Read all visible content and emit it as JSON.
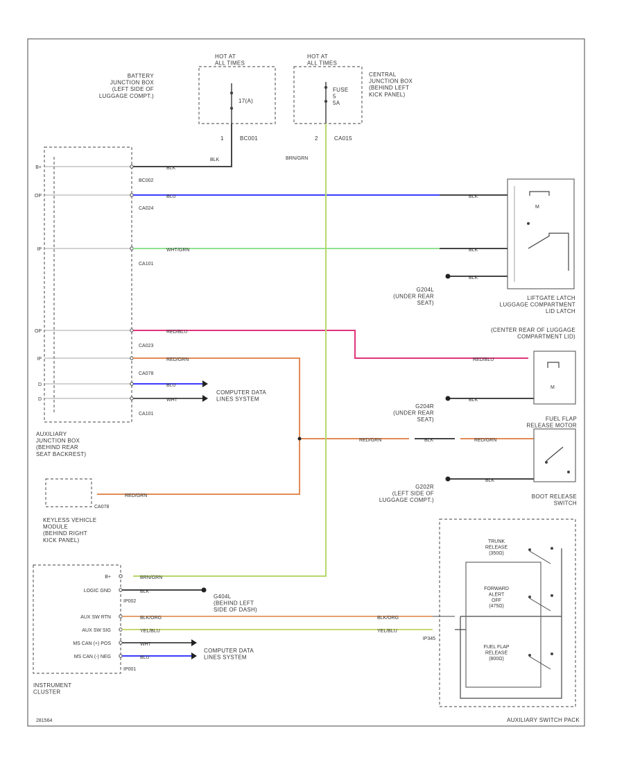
{
  "colors": {
    "black": "#444444",
    "blue": "#3b3bff",
    "wht_grn": "#8fe38f",
    "red_blu": "#e0337a",
    "red_grn": "#e28a55",
    "brn_grn": "#b5d86a",
    "blk_org": "#e4a070",
    "yel_blu": "#c8d870",
    "wht": "#555555"
  },
  "battery_box": {
    "hot_label": "HOT AT\nALL TIMES",
    "location": "BATTERY\nJUNCTION BOX\n(LEFT SIDE OF\nLUGGAGE COMPT.)",
    "fuse": "17(A)",
    "pin": "1",
    "connector": "BC001"
  },
  "central_box": {
    "hot_label": "HOT AT\nALL TIMES",
    "location": "CENTRAL\nJUNCTION BOX\n(BEHIND LEFT\nKICK PANEL)",
    "fuse": "FUSE\n5\n5A",
    "pin": "2",
    "connector": "CA015"
  },
  "aux_jbox": {
    "name": "AUXILIARY\nJUNCTION BOX\n(BEHIND REAR\nSEAT BACKREST)",
    "pins": [
      "B+",
      "OP",
      "IP",
      "OP",
      "IP",
      "D",
      "D"
    ],
    "connectors": [
      "BC002",
      "CA024",
      "CA101",
      "CA023",
      "CA078",
      "CA101"
    ]
  },
  "wire_labels": {
    "blk": "BLK",
    "brn_grn": "BRN/GRN",
    "blu": "BLU",
    "wht_grn": "WHT/GRN",
    "red_blu": "RED/BLU",
    "red_grn": "RED/GRN",
    "wht": "WHT",
    "blk_org": "BLK/ORG",
    "yel_blu": "YEL/BLU"
  },
  "data_lines_1": "COMPUTER DATA\nLINES SYSTEM",
  "data_lines_2": "COMPUTER DATA\nLINES SYSTEM",
  "liftgate": {
    "name": "LIFTGATE LATCH\nLUGGAGE COMPARTMENT\nLID LATCH",
    "ground": "G204L\n(UNDER REAR\nSEAT)"
  },
  "center_rear": {
    "name": "(CENTER REAR OF LUGGAGE\nCOMPARTMENT LID)",
    "ground": "G204R\n(UNDER REAR\nSEAT)"
  },
  "fuel_flap": {
    "name": "FUEL FLAP\nRELEASE MOTOR",
    "ground": "G202R\n(LEFT SIDE OF\nLUGGAGE COMPT.)"
  },
  "boot_release": "BOOT RELEASE\nSWITCH",
  "keyless": {
    "name": "KEYLESS VEHICLE\nMODULE\n(BEHIND RIGHT\nKICK PANEL)",
    "connector": "CA078"
  },
  "instrument_cluster": {
    "name": "INSTRUMENT\nCLUSTER",
    "pins": [
      "B+",
      "LOGIC GND",
      "AUX SW RTN",
      "AUX SW SIG",
      "MS CAN (+) POS",
      "MS CAN (-) NEG"
    ],
    "connectors": [
      "IP002",
      "IP001"
    ],
    "ground": "G404L\n(BEHIND LEFT\nSIDE OF DASH)"
  },
  "aux_switch_pack": {
    "name": "AUXILIARY SWITCH PACK",
    "connector": "IP345",
    "switches": [
      "TRUNK\nRELEASE\n(350Ω)",
      "FORWARD\nALERT\nOFF\n(475Ω)",
      "FUEL FLAP\nRELEASE\n(800Ω)"
    ]
  },
  "figure_id": "281564"
}
